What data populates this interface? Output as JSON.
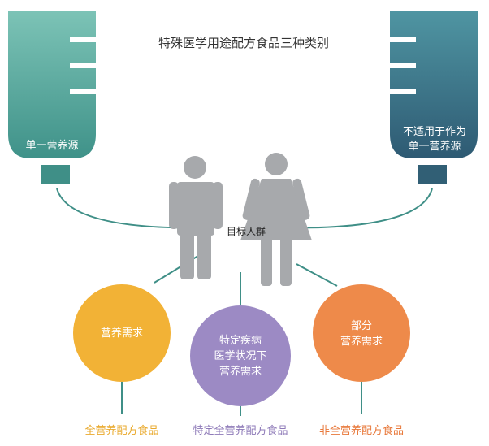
{
  "title": "特殊医学用途配方食品三种类别",
  "center_label": "目标人群",
  "left_bag": {
    "label": "单一营养源",
    "color": "#4a9e94"
  },
  "right_bag": {
    "label": "不适用于作为\n单一营养源",
    "color": "#3d7183"
  },
  "line_color": "#3f8f87",
  "people_color": "#a7a9ac",
  "circles": [
    {
      "label": "营养需求",
      "color": "#f2b236",
      "bottom_label": "全营养配方食品"
    },
    {
      "label": "特定疾病\n医学状况下\n营养需求",
      "color": "#9c8ac4",
      "bottom_label": "特定全营养配方食品"
    },
    {
      "label": "部分\n营养需求",
      "color": "#ee8a4a",
      "bottom_label": "非全营养配方食品"
    }
  ]
}
